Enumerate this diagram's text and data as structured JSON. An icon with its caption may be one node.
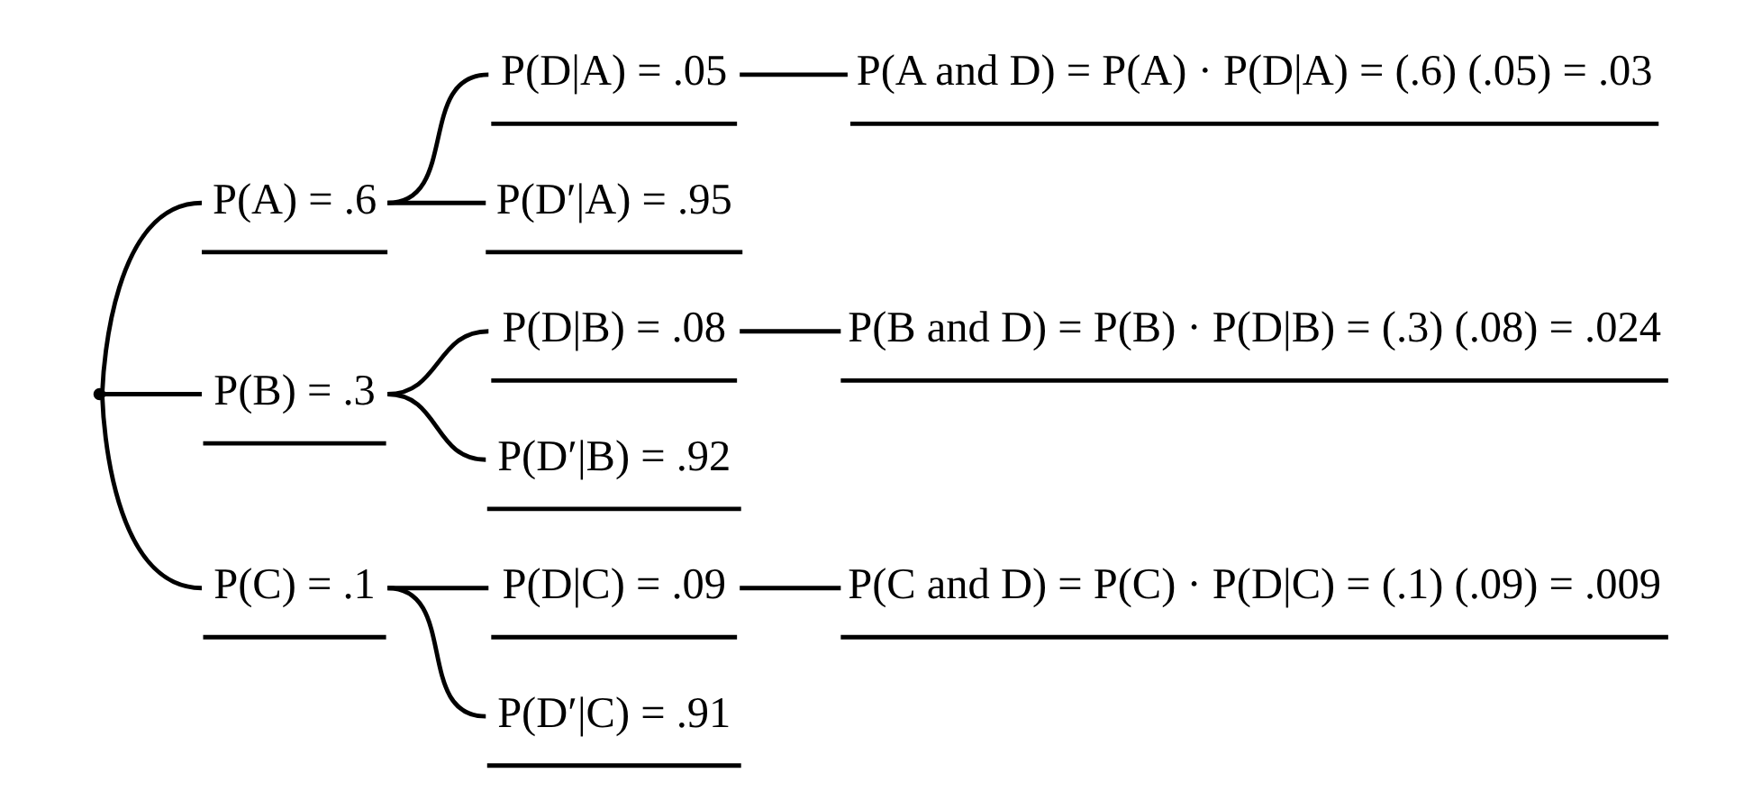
{
  "diagram": {
    "nodes": [
      {
        "text": [],
        "shape": "point"
      },
      {
        "text": [
          "P(A) = .6"
        ]
      },
      {
        "text": [
          "P(D|A) = .05"
        ]
      },
      {
        "text": [
          "P(A and D) = P(A) · P(D|A) = (.6) (.05) = .03"
        ]
      },
      {
        "text": [
          "P(D′|A) = .95"
        ]
      },
      {
        "text": [
          "P(B) = .3"
        ]
      },
      {
        "text": [
          "P(D|B) = .08"
        ]
      },
      {
        "text": [
          "P(B and D) = P(B) · P(D|B) = (.3) (.08) = .024"
        ]
      },
      {
        "text": [
          "P(D′|B) = .92"
        ]
      },
      {
        "text": [
          "P(C) = .1"
        ]
      },
      {
        "text": [
          "P(D|C) = .09"
        ]
      },
      {
        "text": [
          "P(C and D) = P(C) · P(D|C) = (.1) (.09) = .009"
        ]
      },
      {
        "text": [
          "P(D′|C) = .91"
        ]
      }
    ],
    "edges": [
      {
        "from": 0,
        "to": 1,
        "arrow": "none"
      },
      {
        "from": 0,
        "to": 5,
        "arrow": "none"
      },
      {
        "from": 0,
        "to": 9,
        "arrow": "none"
      },
      {
        "from": 1,
        "to": 2,
        "arrow": "none"
      },
      {
        "from": 1,
        "to": 4,
        "arrow": "none"
      },
      {
        "from": 2,
        "to": 3,
        "arrow": "none"
      },
      {
        "from": 5,
        "to": 6,
        "arrow": "none"
      },
      {
        "from": 5,
        "to": 8,
        "arrow": "none"
      },
      {
        "from": 6,
        "to": 7,
        "arrow": "none"
      },
      {
        "from": 9,
        "to": 10,
        "arrow": "none"
      },
      {
        "from": 9,
        "to": 12,
        "arrow": "none"
      },
      {
        "from": 10,
        "to": 11,
        "arrow": "none"
      }
    ]
  }
}
